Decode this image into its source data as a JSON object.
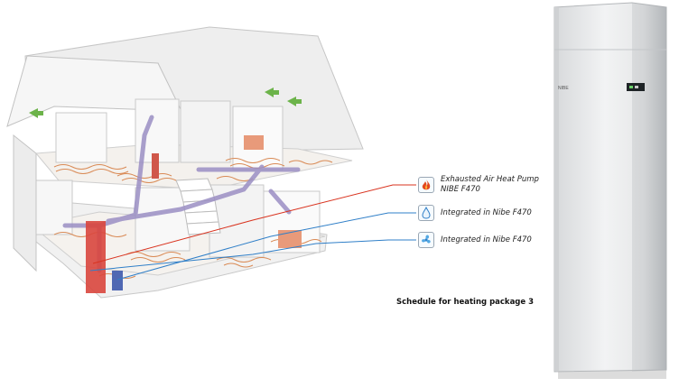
{
  "legend": [
    {
      "icon": "flame-icon",
      "color": "#d9331f",
      "line1": "Exhausted Air Heat Pump",
      "line2": "NIBE F470"
    },
    {
      "icon": "water-drop-icon",
      "color": "#2f7fc8",
      "line1": "Integrated in Nibe F470",
      "line2": ""
    },
    {
      "icon": "fan-icon",
      "color": "#2f7fc8",
      "line1": "Integrated in Nibe F470",
      "line2": ""
    }
  ],
  "caption": "Schedule for heating package 3",
  "unit_brand": "NIBE"
}
